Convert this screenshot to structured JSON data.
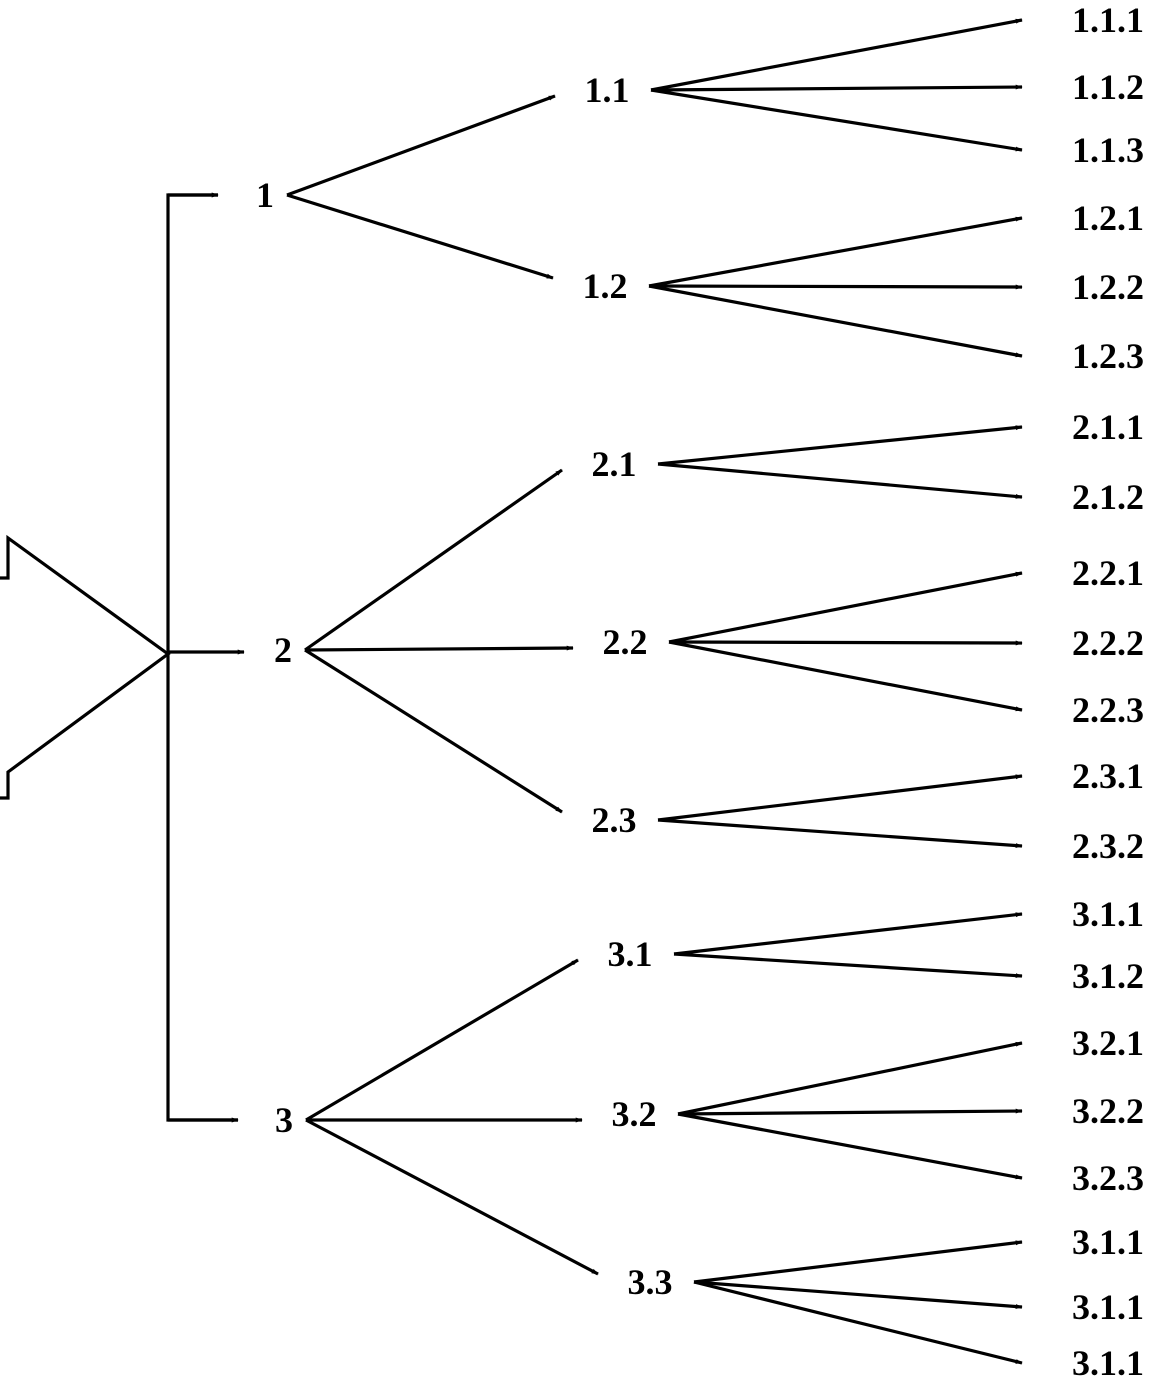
{
  "diagram": {
    "root_symbol": "triangle",
    "level1": [
      {
        "label": "1",
        "children": [
          {
            "label": "1.1",
            "children": [
              "1.1.1",
              "1.1.2",
              "1.1.3"
            ]
          },
          {
            "label": "1.2",
            "children": [
              "1.2.1",
              "1.2.2",
              "1.2.3"
            ]
          }
        ]
      },
      {
        "label": "2",
        "children": [
          {
            "label": "2.1",
            "children": [
              "2.1.1",
              "2.1.2"
            ]
          },
          {
            "label": "2.2",
            "children": [
              "2.2.1",
              "2.2.2",
              "2.2.3"
            ]
          },
          {
            "label": "2.3",
            "children": [
              "2.3.1",
              "2.3.2"
            ]
          }
        ]
      },
      {
        "label": "3",
        "children": [
          {
            "label": "3.1",
            "children": [
              "3.1.1",
              "3.1.2"
            ]
          },
          {
            "label": "3.2",
            "children": [
              "3.2.1",
              "3.2.2",
              "3.2.3"
            ]
          },
          {
            "label": "3.3",
            "children": [
              "3.1.1",
              "3.1.1",
              "3.1.1"
            ]
          }
        ]
      }
    ],
    "line_color": "#000000",
    "background": "#ffffff"
  }
}
